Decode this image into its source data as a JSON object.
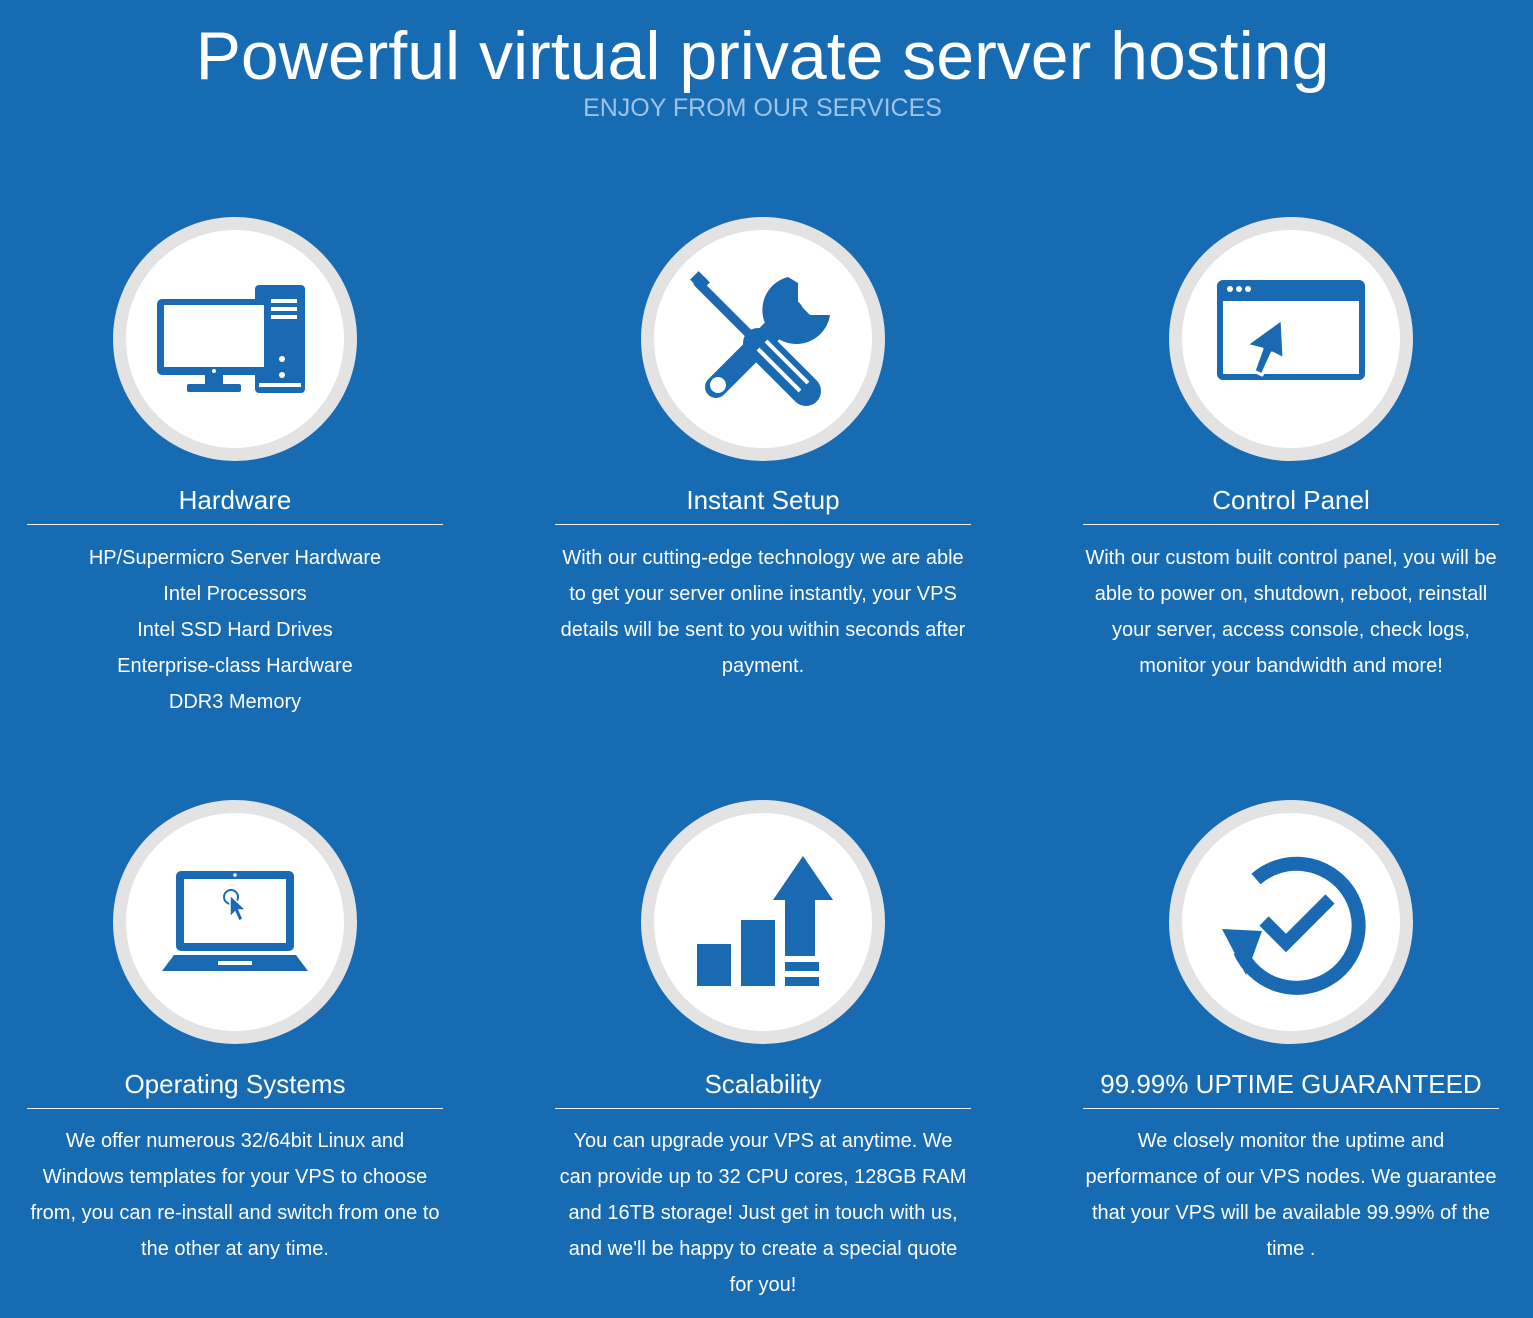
{
  "header": {
    "title": "Powerful virtual private server hosting",
    "subtitle": "ENJOY FROM OUR SERVICES"
  },
  "colors": {
    "background": "#176bb3",
    "icon": "#1a6ab3",
    "ring": "#e3e3e3"
  },
  "features": [
    {
      "icon": "desktop-computer-icon",
      "title": "Hardware",
      "lines": [
        "HP/Supermicro Server Hardware",
        "Intel Processors",
        "Intel SSD Hard Drives",
        "Enterprise-class Hardware",
        "DDR3 Memory"
      ]
    },
    {
      "icon": "tools-icon",
      "title": "Instant Setup",
      "text": "With our cutting-edge technology we are able to get your server online instantly, your VPS details will be sent to you within seconds after payment."
    },
    {
      "icon": "browser-cursor-icon",
      "title": "Control Panel",
      "text": "With our custom built control panel, you will be able to power on, shutdown, reboot, reinstall your server, access console, check logs, monitor your bandwidth and more!"
    },
    {
      "icon": "laptop-icon",
      "title": "Operating Systems",
      "text": "We offer numerous 32/64bit Linux and Windows templates for your VPS to choose from, you can re-install and switch from one to the other at any time."
    },
    {
      "icon": "growth-chart-icon",
      "title": "Scalability",
      "text": "You can upgrade your VPS at anytime. We can provide up to 32 CPU cores, 128GB RAM and 16TB storage! Just get in touch with us, and we'll be happy to create a special quote for you!"
    },
    {
      "icon": "uptime-check-icon",
      "title": "99.99% UPTIME GUARANTEED",
      "text": "We closely monitor the uptime and performance of our VPS nodes. We guarantee that your VPS will be available 99.99% of the time ."
    }
  ]
}
